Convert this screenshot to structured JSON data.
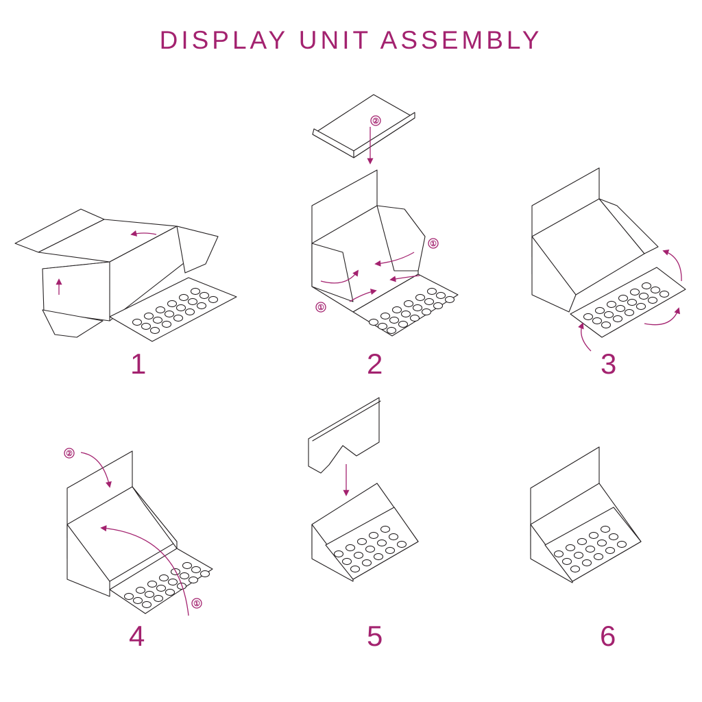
{
  "title": "DISPLAY UNIT ASSEMBLY",
  "steps": [
    {
      "number": "1"
    },
    {
      "number": "2",
      "callouts": [
        "②",
        "①",
        "①"
      ]
    },
    {
      "number": "3"
    },
    {
      "number": "4",
      "callouts": [
        "②",
        "①"
      ]
    },
    {
      "number": "5"
    },
    {
      "number": "6"
    }
  ],
  "colors": {
    "accent": "#a3226f",
    "line": "#231f20",
    "background": "#ffffff"
  }
}
